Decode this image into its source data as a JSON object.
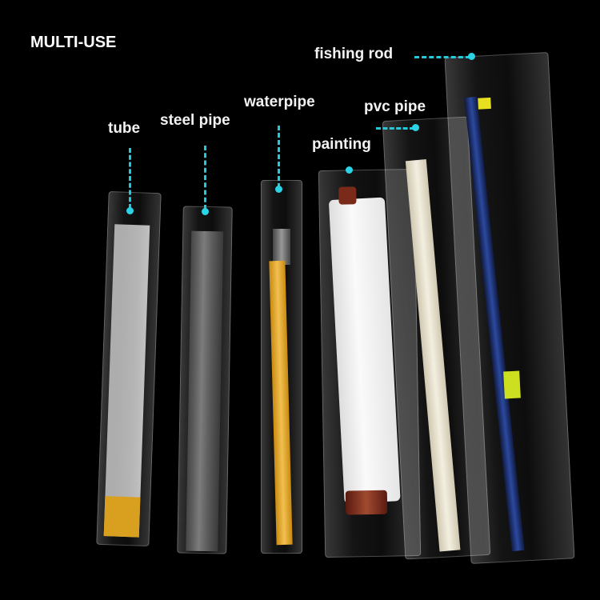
{
  "title": "MULTI-USE",
  "labels": {
    "tube": "tube",
    "steel_pipe": "steel pipe",
    "waterpipe": "waterpipe",
    "painting": "painting",
    "pvc_pipe": "pvc pipe",
    "fishing_rod": "fishing rod"
  },
  "colors": {
    "accent": "#25c9dc",
    "background": "#000000"
  }
}
